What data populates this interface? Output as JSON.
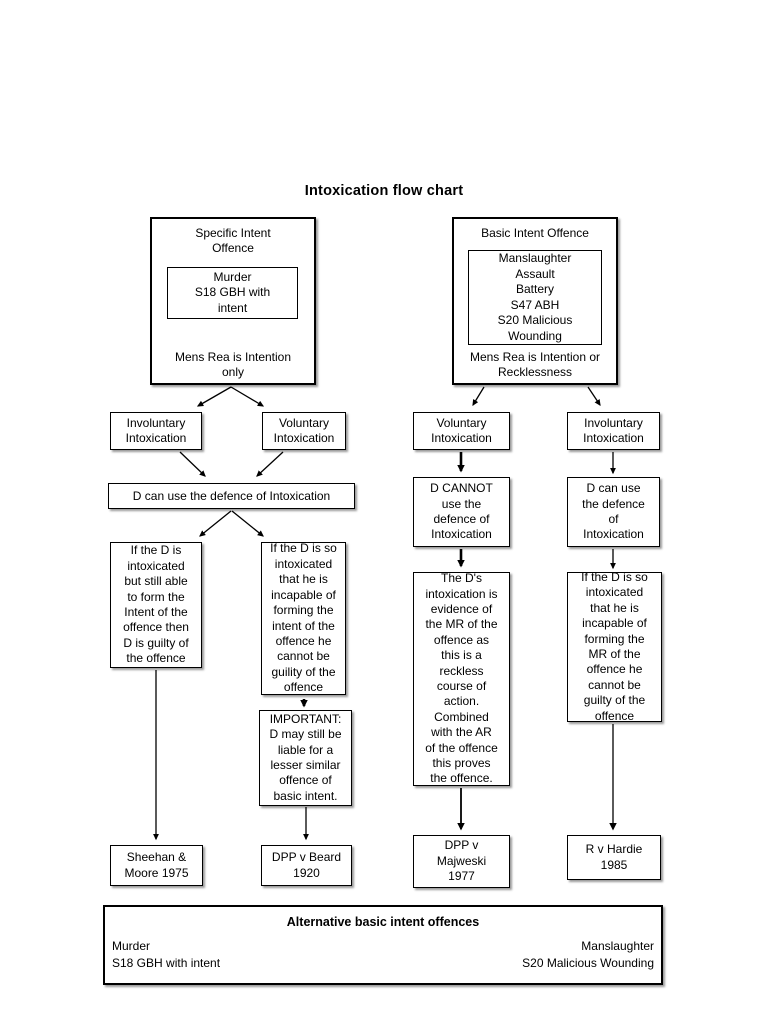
{
  "title": "Intoxication flow chart",
  "specific": {
    "heading": "Specific Intent\nOffence",
    "offences": "Murder\nS18 GBH with\nintent",
    "mens_rea": "Mens Rea is Intention\nonly"
  },
  "basic": {
    "heading": "Basic Intent Offence",
    "offences": "Manslaughter\nAssault\nBattery\nS47 ABH\nS20 Malicious\nWounding",
    "mens_rea": "Mens Rea is Intention or\nRecklessness"
  },
  "nodes": {
    "left_involuntary": "Involuntary\nIntoxication",
    "left_voluntary": "Voluntary\nIntoxication",
    "right_voluntary": "Voluntary\nIntoxication",
    "right_involuntary": "Involuntary\nIntoxication",
    "left_defence_bar": "D can use the defence of Intoxication",
    "left_guilty": "If the D is\nintoxicated\nbut still able\nto form the\nIntent of the\noffence then\nD is guilty of\nthe offence",
    "left_not_guilty": "If the D is so\nintoxicated\nthat he is\nincapable of\nforming the\nintent of the\noffence he\ncannot be\nguility of the\noffence",
    "important": "IMPORTANT:\nD may still be\nliable for a\nlesser similar\noffence of\nbasic intent.",
    "cannot_use": "D CANNOT\nuse the\ndefence of\nIntoxication",
    "can_use": "D can use\nthe defence\nof\nIntoxication",
    "majewski_rule": "The D's\nintoxication is\nevidence of\nthe MR of the\noffence as\nthis is a\nreckless\ncourse of\naction.\nCombined\nwith the AR\nof the offence\nthis proves\nthe offence.",
    "hardie_rule": "If the D is so\nintoxicated\nthat he is\nincapable of\nforming the\nMR of the\noffence he\ncannot be\nguilty of the\noffence"
  },
  "cases": {
    "sheehan": "Sheehan &\nMoore 1975",
    "beard": "DPP v Beard\n1920",
    "majewski": "DPP v\nMajweski\n1977",
    "hardie": "R v Hardie\n1985"
  },
  "footer": {
    "title": "Alternative basic intent offences",
    "left": "Murder\nS18 GBH with intent",
    "right": "Manslaughter\nS20 Malicious Wounding"
  },
  "colors": {
    "ink": "#000000",
    "paper": "#ffffff"
  }
}
